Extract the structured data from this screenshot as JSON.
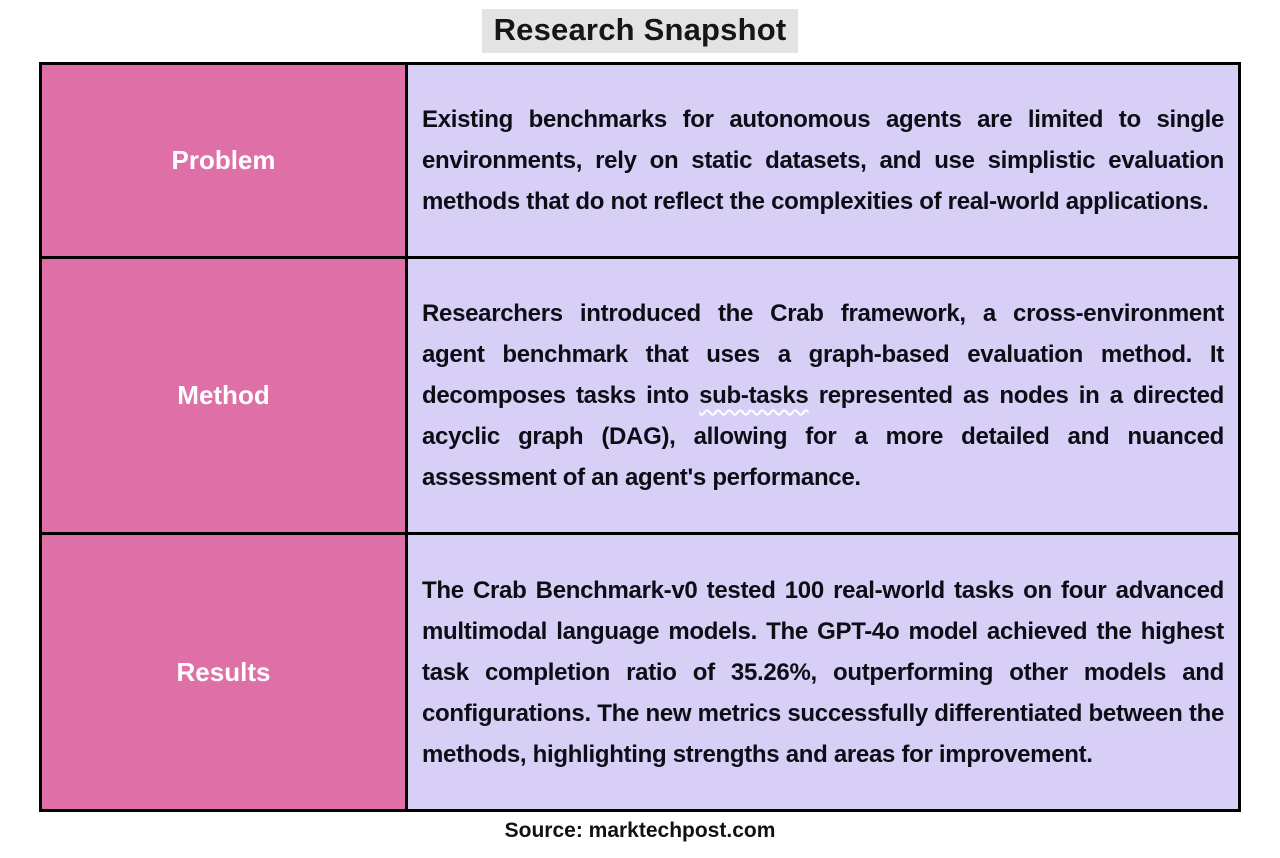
{
  "title": "Research Snapshot",
  "table": {
    "rows": [
      {
        "label": "Problem",
        "text": "Existing benchmarks for autonomous agents are limited to single environments, rely on static datasets, and use simplistic evaluation methods that do not reflect the complexities of real-world applications."
      },
      {
        "label": "Method",
        "text_before": "Researchers introduced the Crab framework, a cross-environment agent benchmark that uses a graph-based evaluation method. It decomposes tasks into ",
        "misspelled_word": "sub-tasks",
        "text_after": " represented as nodes in a directed acyclic graph (DAG), allowing for a more detailed and nuanced assessment of an agent's performance."
      },
      {
        "label": "Results",
        "text": "The Crab Benchmark-v0 tested 100 real-world tasks on four advanced multimodal language models. The GPT-4o model achieved the highest task completion ratio of 35.26%, outperforming other models and configurations. The new metrics successfully differentiated between the methods, highlighting strengths and areas for improvement."
      }
    ]
  },
  "footer": {
    "source": "Source: marktechpost.com"
  },
  "colors": {
    "label_bg": "#de6fa7",
    "text_bg": "#d8cff7",
    "title_highlight_bg": "#e3e3e3",
    "border": "#000000",
    "label_text": "#ffffff",
    "body_text": "#0d0d16",
    "squiggle": "#ffffff"
  }
}
